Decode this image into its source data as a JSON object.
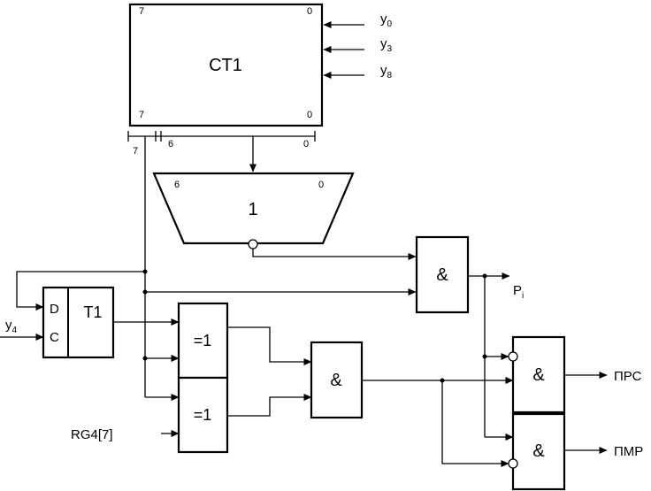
{
  "counter": {
    "label": "CT1",
    "bit_top_left": "7",
    "bit_top_right": "0",
    "bit_bottom_left": "7",
    "bit_bottom_right": "0",
    "input_y0": "y",
    "input_y0_sub": "0",
    "input_y3": "y",
    "input_y3_sub": "3",
    "input_y8": "y",
    "input_y8_sub": "8"
  },
  "bus_split": {
    "label_left": "7",
    "label_mid": "6",
    "label_right": "0"
  },
  "or_gate": {
    "label": "1",
    "bit_left": "6",
    "bit_right": "0"
  },
  "flipflop": {
    "label": "T1",
    "input_d": "D",
    "input_c": "C",
    "clock_signal": "y",
    "clock_signal_sub": "4"
  },
  "xor_top": {
    "label": "=1"
  },
  "xor_bottom": {
    "label": "=1"
  },
  "and_mid": {
    "label": "&"
  },
  "and_top": {
    "label": "&"
  },
  "and_prs": {
    "label": "&"
  },
  "and_pmr": {
    "label": "&"
  },
  "signals": {
    "rg4": "RG4[7]",
    "pi": "P",
    "pi_sub": "i",
    "prs": "ПРС",
    "pmr": "ПМР"
  }
}
